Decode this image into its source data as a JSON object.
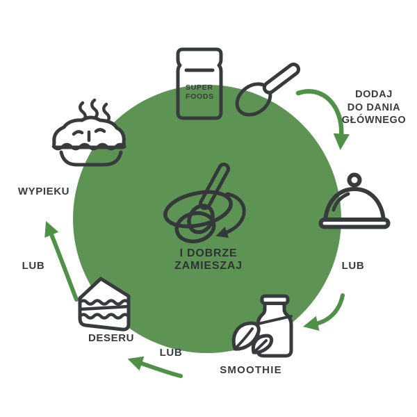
{
  "colors": {
    "circle_green": "#5d9454",
    "arrow_green": "#4f9147",
    "icon_ink": "#383b3e",
    "center_ink": "#2e3234"
  },
  "jar": {
    "line1": "SUPER",
    "line2": "FOODS"
  },
  "center": {
    "caption": "I DOBRZE ZAMIESZAJ",
    "icon": "stirring-spoon-in-bowl"
  },
  "labels": {
    "main_dish": {
      "lines": [
        "DODAJ",
        "DO DANIA",
        "GŁÓWNEGO"
      ]
    },
    "or_right": "LUB",
    "smoothie": "SMOOTHIE",
    "or_bottom": "LUB",
    "dessert": "DESERU",
    "or_left": "LUB",
    "baking": "WYPIEKU"
  },
  "icons": [
    "superfoods-jar-icon",
    "spoon-icon",
    "cloche-icon",
    "smoothie-bottle-icon",
    "cake-slice-icon",
    "pie-icon",
    "stir-bowl-icon"
  ]
}
